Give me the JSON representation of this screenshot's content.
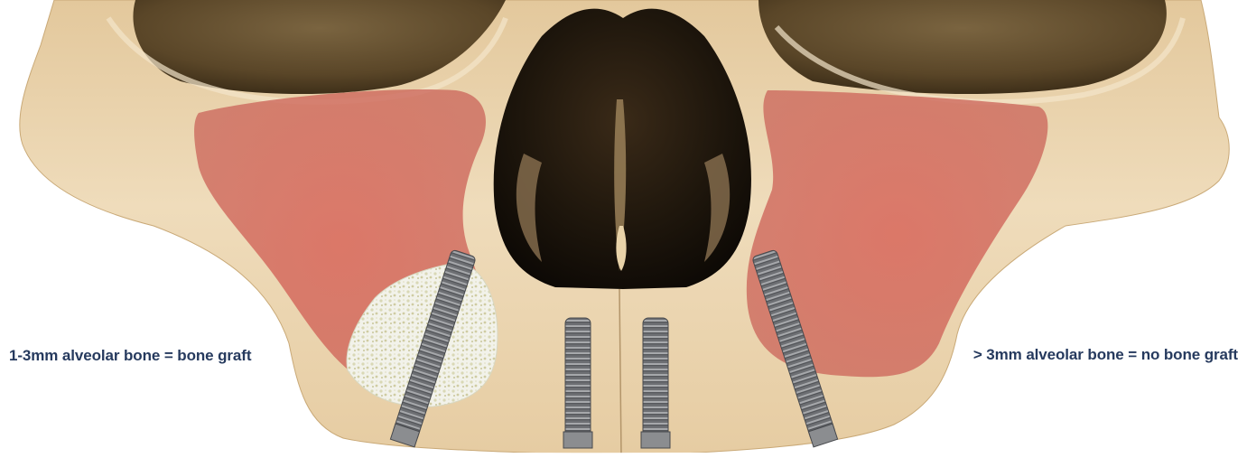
{
  "captions": {
    "left": "1-3mm alveolar bone = bone graft",
    "right": "> 3mm alveolar bone = no bone graft"
  },
  "colors": {
    "caption": "#263a5e",
    "bone": "#ead3ad",
    "sinus_overlay": "#d97066",
    "bone_graft": "#eef0e6",
    "implant": "#6d6f73",
    "nasal_cavity": "#1c150e",
    "orbit": "#5b4a2e"
  },
  "figure": {
    "subject": "maxilla-with-dental-implants",
    "icons": [
      "skull-maxilla-icon",
      "sinus-overlay-icon",
      "bone-graft-icon",
      "dental-implant-icon"
    ]
  }
}
